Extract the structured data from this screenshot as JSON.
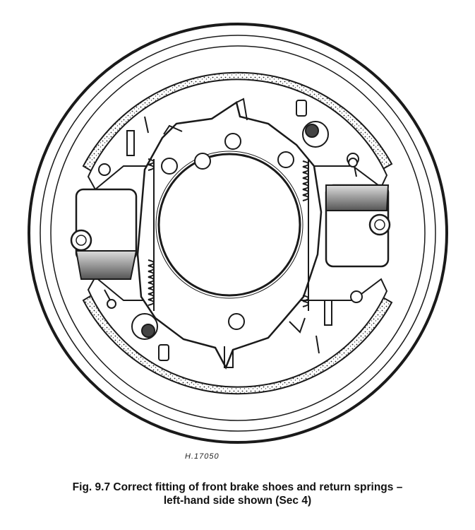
{
  "figure": {
    "ref_code": "H.17050",
    "caption_line1": "Fig. 9.7 Correct fitting of front brake shoes and return springs –",
    "caption_line2": "left-hand side shown (Sec 4)"
  },
  "colors": {
    "ink": "#1a1a1a",
    "paper": "#ffffff",
    "shade": "#8a8a8a"
  }
}
